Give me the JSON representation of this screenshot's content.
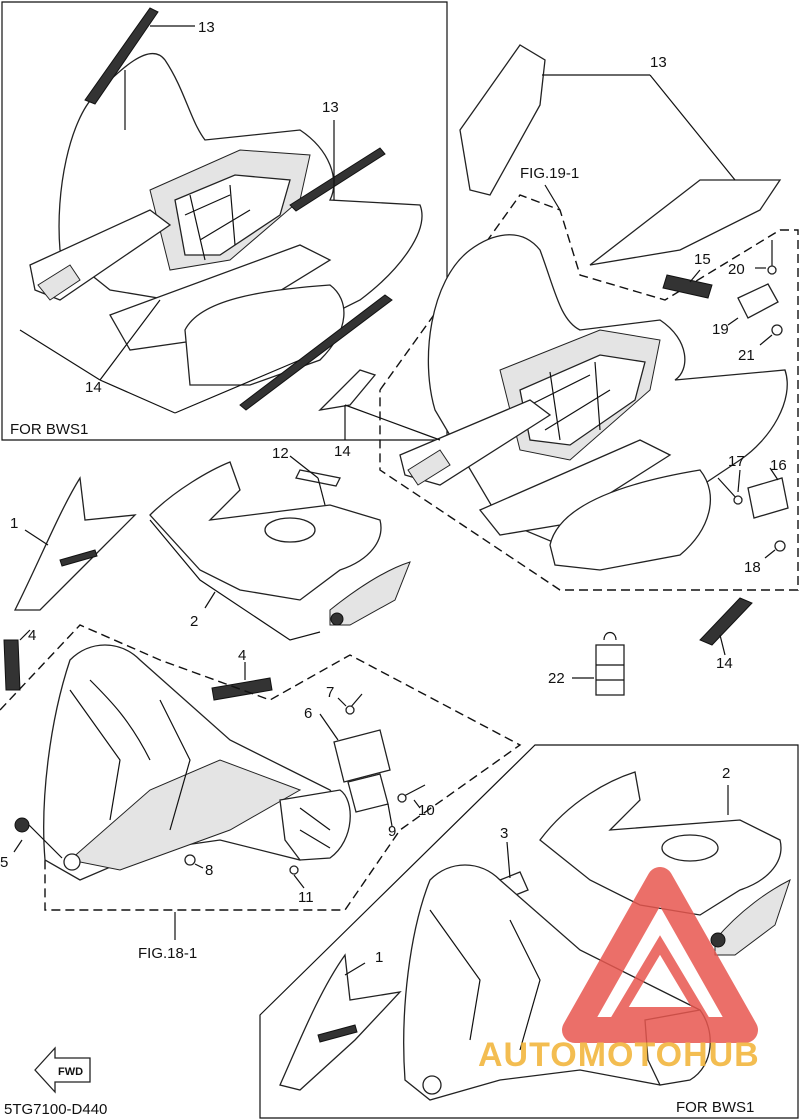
{
  "diagram": {
    "code": "5TG7100-D440",
    "fwd_label": "FWD",
    "watermark": "AUTOMOTOHUB",
    "captions": {
      "bws1_top_left": "FOR BWS1",
      "bws1_bottom_right": "FOR BWS1",
      "fig_19_1": "FIG.19-1",
      "fig_18_1": "FIG.18-1"
    },
    "callouts": {
      "c13a": "13",
      "c13b": "13",
      "c13c": "13",
      "c14a": "14",
      "c14b": "14",
      "c14c": "14",
      "c15": "15",
      "c20": "20",
      "c19": "19",
      "c21": "21",
      "c17": "17",
      "c16": "16",
      "c18": "18",
      "c22": "22",
      "c12": "12",
      "c1a": "1",
      "c1b": "1",
      "c2a": "2",
      "c2b": "2",
      "c3": "3",
      "c4a": "4",
      "c4b": "4",
      "c5": "5",
      "c6": "6",
      "c7": "7",
      "c8": "8",
      "c9": "9",
      "c10": "10",
      "c11": "11"
    },
    "colors": {
      "line": "#111111",
      "watermark": "#e8574f",
      "watermark_text": "#f2b233"
    }
  }
}
